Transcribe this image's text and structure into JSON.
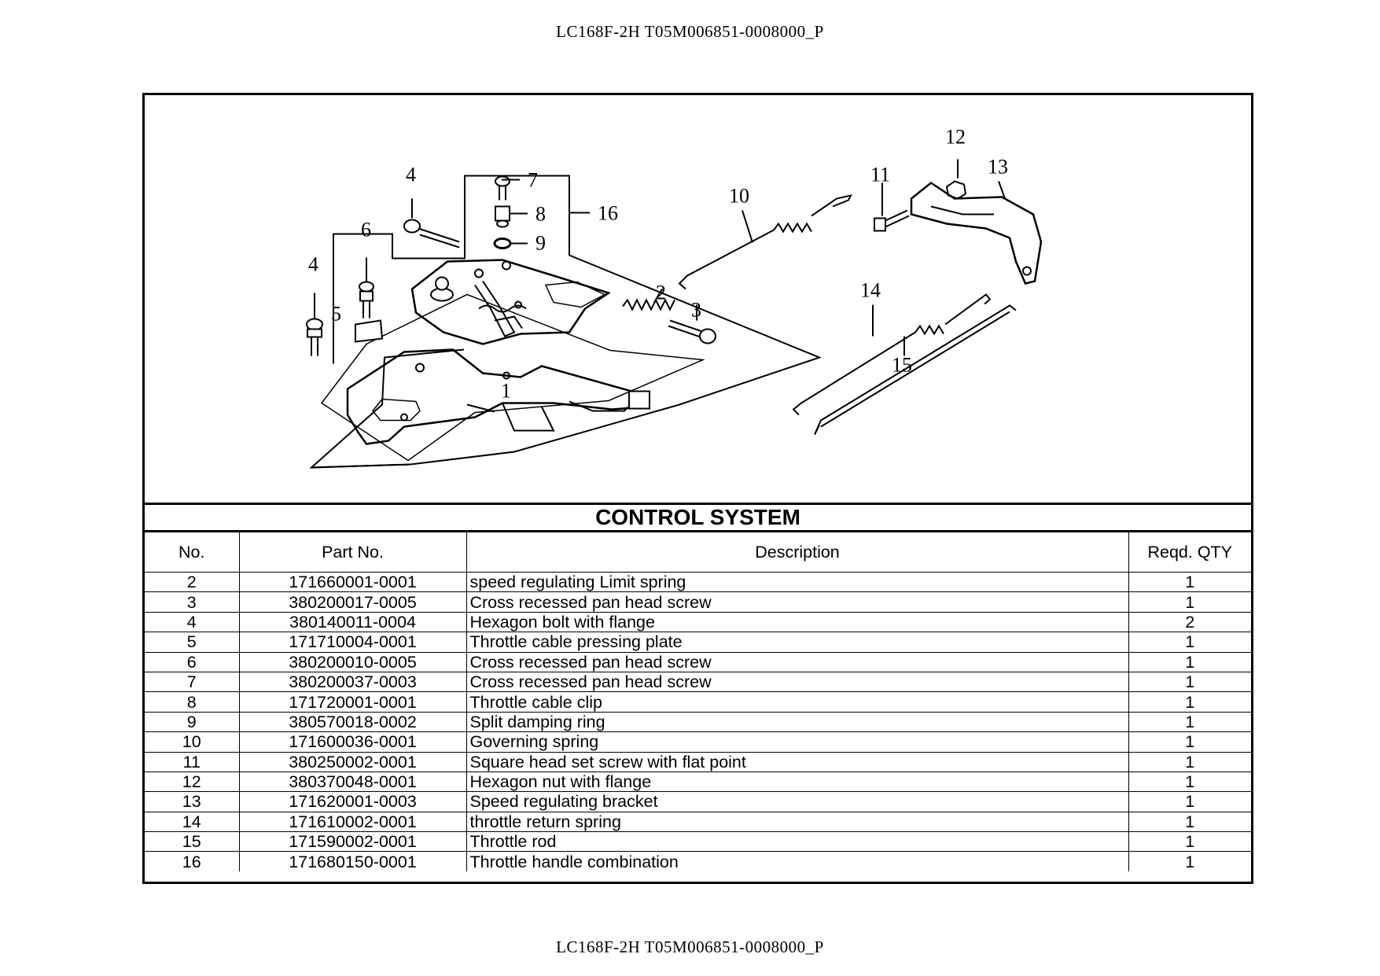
{
  "header": {
    "text": "LC168F-2H T05M006851-0008000_P"
  },
  "footer": {
    "text": "LC168F-2H T05M006851-0008000_P"
  },
  "diagram": {
    "callouts": [
      "1",
      "2",
      "3",
      "4",
      "4",
      "5",
      "6",
      "7",
      "8",
      "9",
      "10",
      "11",
      "12",
      "13",
      "14",
      "15",
      "16"
    ]
  },
  "section_title": "CONTROL SYSTEM",
  "table": {
    "headers": {
      "no": "No.",
      "part_no": "Part No.",
      "description": "Description",
      "qty": "Reqd. QTY"
    },
    "rows": [
      {
        "no": "2",
        "part_no": "171660001-0001",
        "description": "speed regulating Limit spring",
        "qty": "1"
      },
      {
        "no": "3",
        "part_no": "380200017-0005",
        "description": "Cross recessed pan head screw",
        "qty": "1"
      },
      {
        "no": "4",
        "part_no": "380140011-0004",
        "description": "Hexagon bolt with flange",
        "qty": "2"
      },
      {
        "no": "5",
        "part_no": "171710004-0001",
        "description": "Throttle cable pressing plate",
        "qty": "1"
      },
      {
        "no": "6",
        "part_no": "380200010-0005",
        "description": "Cross recessed pan head screw",
        "qty": "1"
      },
      {
        "no": "7",
        "part_no": "380200037-0003",
        "description": "Cross recessed pan head screw",
        "qty": "1"
      },
      {
        "no": "8",
        "part_no": "171720001-0001",
        "description": "Throttle cable clip",
        "qty": "1"
      },
      {
        "no": "9",
        "part_no": "380570018-0002",
        "description": "Split damping ring",
        "qty": "1"
      },
      {
        "no": "10",
        "part_no": "171600036-0001",
        "description": "Governing spring",
        "qty": "1"
      },
      {
        "no": "11",
        "part_no": "380250002-0001",
        "description": "Square head set screw with flat point",
        "qty": "1"
      },
      {
        "no": "12",
        "part_no": "380370048-0001",
        "description": "Hexagon nut with flange",
        "qty": "1"
      },
      {
        "no": "13",
        "part_no": "171620001-0003",
        "description": "Speed regulating bracket",
        "qty": "1"
      },
      {
        "no": "14",
        "part_no": "171610002-0001",
        "description": "throttle return spring",
        "qty": "1"
      },
      {
        "no": "15",
        "part_no": "171590002-0001",
        "description": "Throttle rod",
        "qty": "1"
      },
      {
        "no": "16",
        "part_no": "171680150-0001",
        "description": "Throttle handle combination",
        "qty": "1"
      }
    ]
  }
}
